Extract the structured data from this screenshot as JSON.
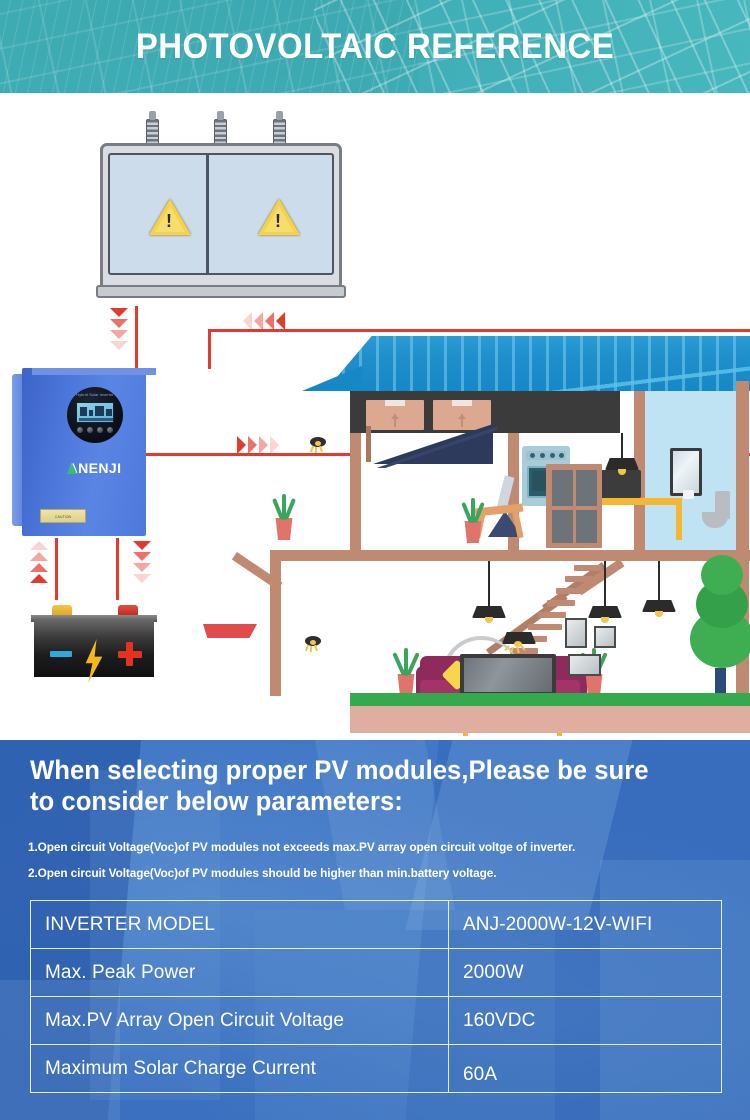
{
  "header": {
    "title": "PHOTOVOLTAIC REFERENCE",
    "bg_color": "#3fb0b8"
  },
  "diagram": {
    "grid_box": {
      "name": "transformer-box",
      "warning_symbol": "!",
      "warning_color": "#f5d24a"
    },
    "inverter": {
      "brand": "ANENJI",
      "display_title": "Hybrid Solar Inverter",
      "caution_label": "CAUTION",
      "body_color": "#4a74d8"
    },
    "battery": {
      "minus_sign": "–",
      "plus_sign": "+",
      "bolt_color": "#f5b915"
    },
    "flow_color": "#e23b2e",
    "roof_color": "#1787c6"
  },
  "info": {
    "heading": "When selecting proper PV modules,Please be sure to consider below parameters:",
    "bullets": [
      "1.Open circuit Voltage(Voc)of PV modules not exceeds max.PV array open circuit voltge of inverter.",
      "2.Open circuit Voltage(Voc)of PV modules should be higher than min.battery voltage."
    ],
    "bg_color": "#3b73c4"
  },
  "spec_table": {
    "rows": [
      {
        "key": "INVERTER MODEL",
        "value": "ANJ-2000W-12V-WIFI"
      },
      {
        "key": "Max. Peak Power",
        "value": "2000W"
      },
      {
        "key": "Max.PV Array Open Circuit Voltage",
        "value": "160VDC"
      },
      {
        "key": "Maximum Solar Charge Current",
        "value": "60A"
      }
    ]
  }
}
